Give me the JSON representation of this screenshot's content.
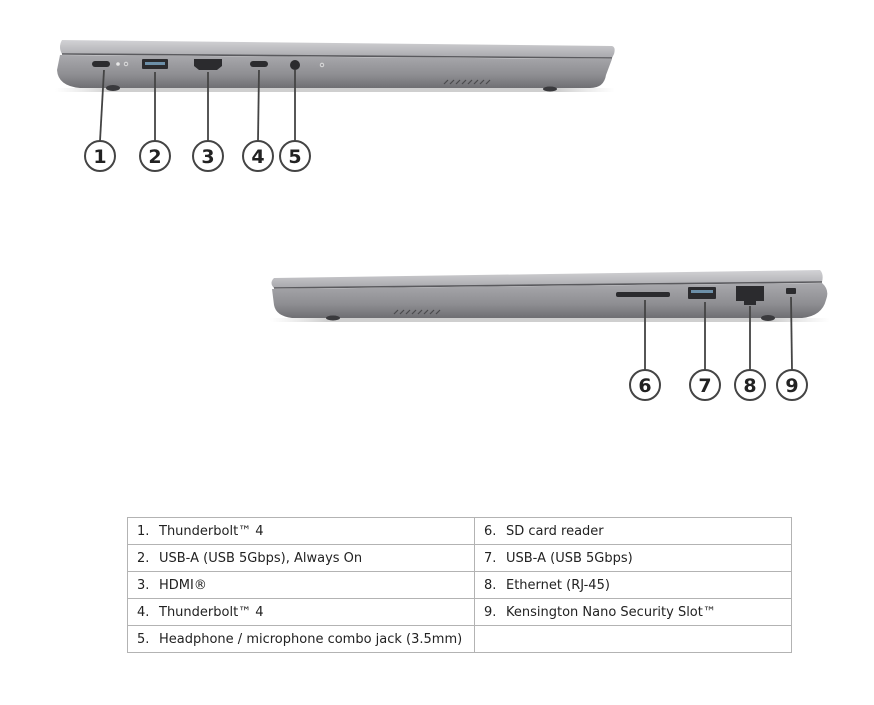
{
  "callouts": [
    {
      "n": "1",
      "label": "Thunderbolt™ 4"
    },
    {
      "n": "2",
      "label": "USB-A (USB 5Gbps), Always On"
    },
    {
      "n": "3",
      "label": "HDMI®"
    },
    {
      "n": "4",
      "label": "Thunderbolt™ 4"
    },
    {
      "n": "5",
      "label": "Headphone / microphone combo jack (3.5mm)"
    },
    {
      "n": "6",
      "label": "SD card reader"
    },
    {
      "n": "7",
      "label": "USB-A (USB 5Gbps)"
    },
    {
      "n": "8",
      "label": "Ethernet (RJ-45)"
    },
    {
      "n": "9",
      "label": "Kensington Nano Security Slot™"
    }
  ],
  "colors": {
    "laptop_body": "#9d9da1",
    "laptop_lid": "#b9b9bc",
    "port": "#2b2b2e",
    "callout_stroke": "#444444",
    "table_border": "#b3b3b3"
  }
}
